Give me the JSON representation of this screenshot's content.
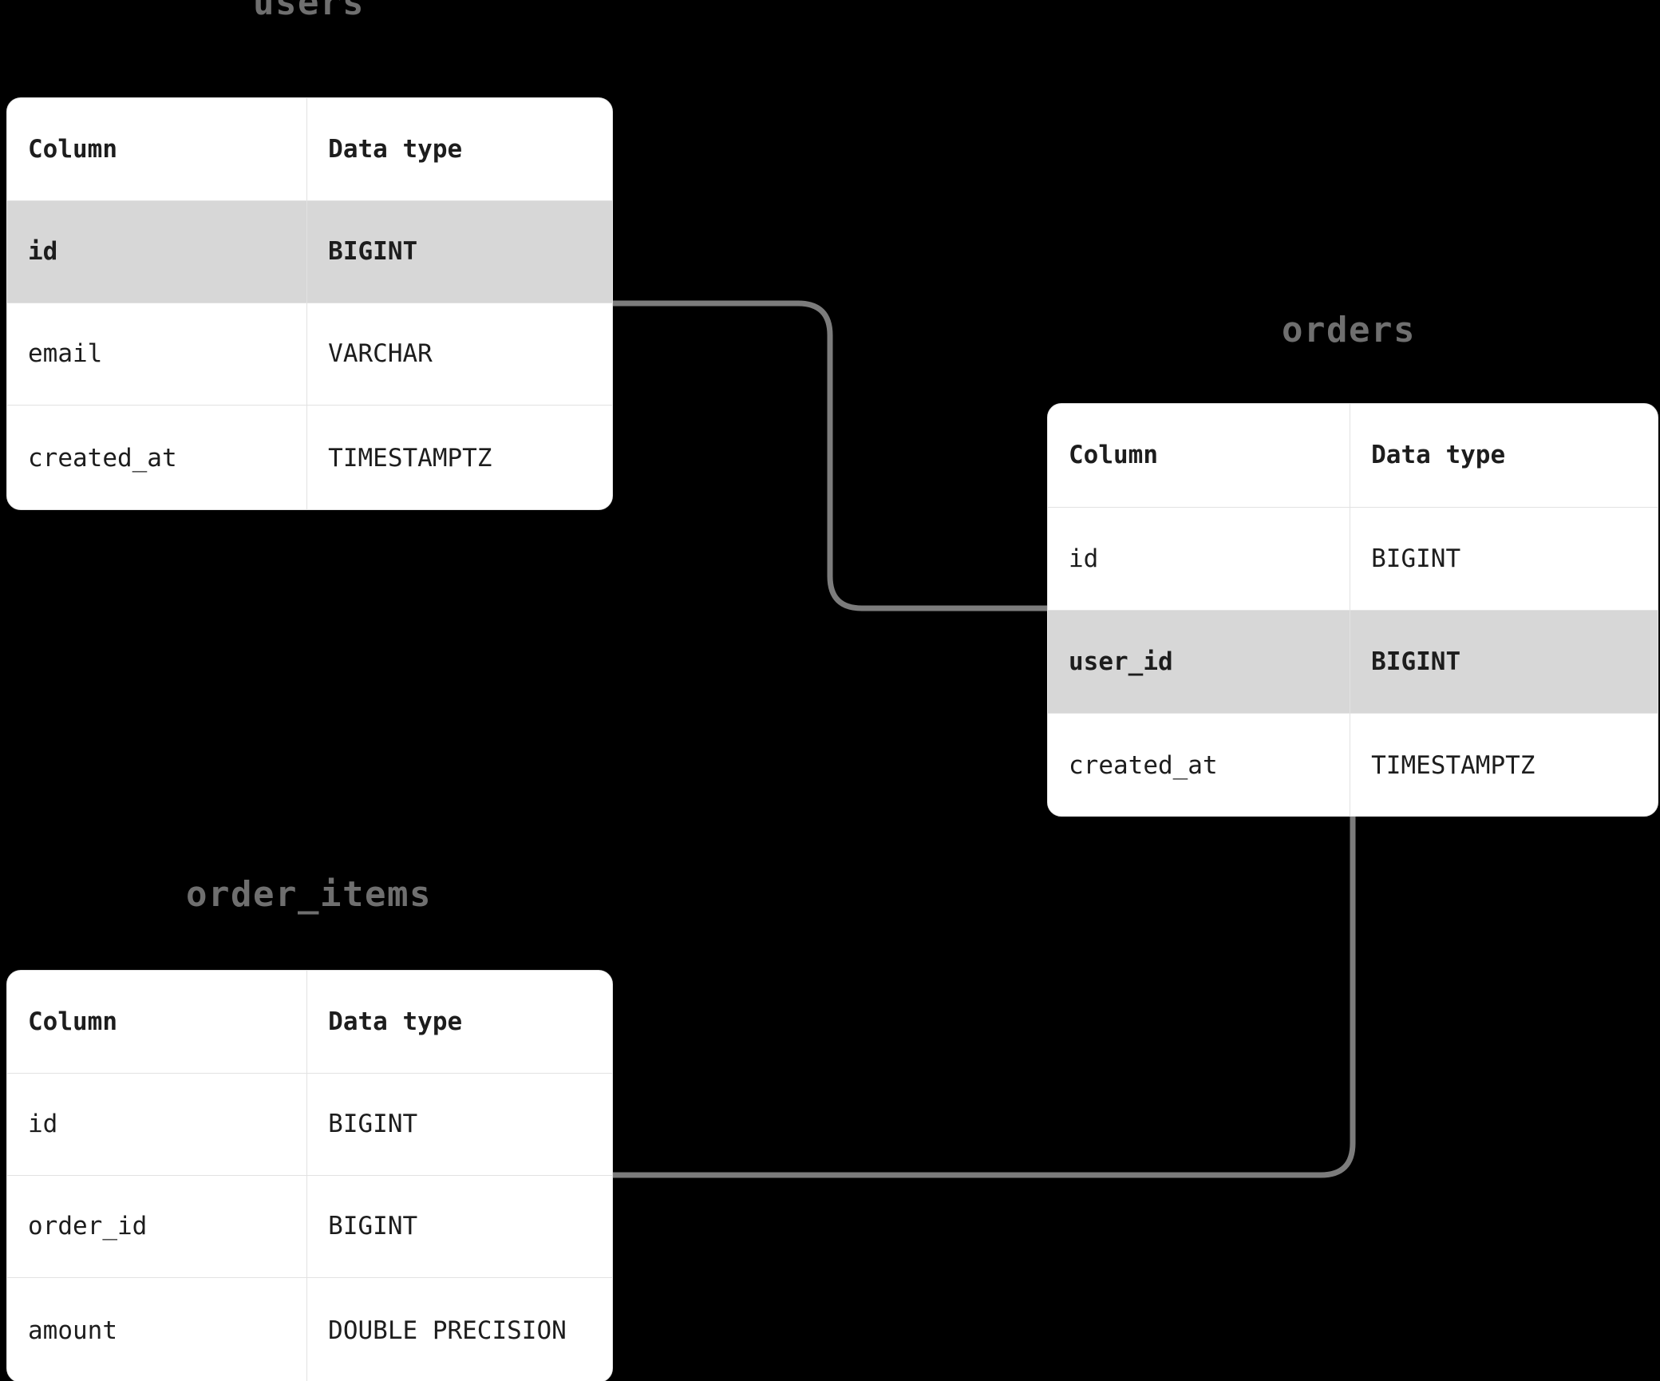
{
  "diagram": {
    "type": "er-diagram",
    "background_color": "#000000",
    "card_background": "#ffffff",
    "highlight_row_color": "#d7d7d7",
    "title_color": "#6f6f6f",
    "connector_color": "#7c7c7c",
    "text_color": "#1d1d1d"
  },
  "headers": {
    "column": "Column",
    "data_type": "Data type"
  },
  "tables": [
    {
      "id": "users",
      "title": "users",
      "rows": [
        {
          "name": "id",
          "type": "BIGINT",
          "highlighted": true
        },
        {
          "name": "email",
          "type": "VARCHAR",
          "highlighted": false
        },
        {
          "name": "created_at",
          "type": "TIMESTAMPTZ",
          "highlighted": false
        }
      ]
    },
    {
      "id": "orders",
      "title": "orders",
      "rows": [
        {
          "name": "id",
          "type": "BIGINT",
          "highlighted": false
        },
        {
          "name": "user_id",
          "type": "BIGINT",
          "highlighted": true
        },
        {
          "name": "created_at",
          "type": "TIMESTAMPTZ",
          "highlighted": false
        }
      ]
    },
    {
      "id": "order_items",
      "title": "order_items",
      "rows": [
        {
          "name": "id",
          "type": "BIGINT",
          "highlighted": false
        },
        {
          "name": "order_id",
          "type": "BIGINT",
          "highlighted": false
        },
        {
          "name": "amount",
          "type": "DOUBLE PRECISION",
          "highlighted": false
        }
      ]
    }
  ],
  "relationships": [
    {
      "id": "users-orders",
      "from_table": "users",
      "from_column": "id",
      "to_table": "orders",
      "to_column": "user_id"
    },
    {
      "id": "orders-order_items",
      "from_table": "orders",
      "from_column": "id",
      "to_table": "order_items",
      "to_column": "order_id"
    }
  ]
}
